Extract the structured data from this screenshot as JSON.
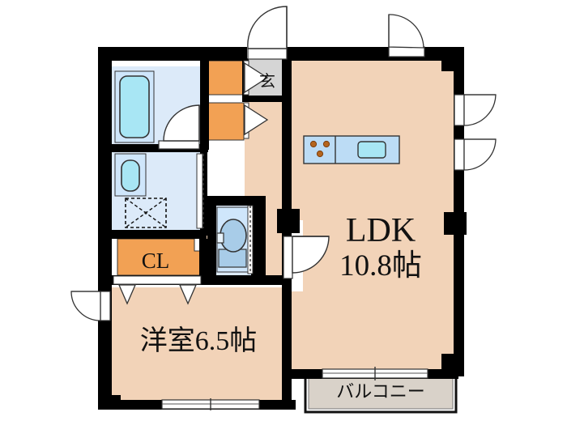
{
  "plan": {
    "title": "Japanese apartment floor plan",
    "background_color": "#ffffff",
    "wall_color": "#000000",
    "floor_color": "#f2d3b8",
    "closet_color": "#f2a154",
    "water_area_color": "#dceaf9",
    "fixture_color": "#a8e6f4",
    "balcony_color": "#d9d2c9",
    "entrance_color": "#d5d5d5",
    "burner_color": "#b5651d",
    "counter_color": "#bcdcf5"
  },
  "rooms": [
    {
      "id": "ldk",
      "name_label": "LDK",
      "size_label": "10.8帖",
      "type": "living-dining-kitchen"
    },
    {
      "id": "bedroom",
      "name_label": "洋室6.5帖",
      "type": "western-room"
    },
    {
      "id": "closet",
      "name_label": "CL",
      "type": "closet"
    },
    {
      "id": "entrance",
      "name_label": "玄",
      "type": "entrance"
    },
    {
      "id": "balcony",
      "name_label": "バルコニー",
      "type": "balcony"
    }
  ],
  "fixtures": [
    {
      "id": "bathtub",
      "name": "bathtub"
    },
    {
      "id": "vanity-sink",
      "name": "vanity-sink"
    },
    {
      "id": "washing-machine",
      "name": "washing-machine-space"
    },
    {
      "id": "toilet",
      "name": "toilet"
    },
    {
      "id": "kitchen-counter",
      "name": "kitchen-counter"
    },
    {
      "id": "stove",
      "name": "three-burner-stove"
    },
    {
      "id": "kitchen-sink",
      "name": "kitchen-sink"
    },
    {
      "id": "shoe-cabinet-upper",
      "name": "shoe-cabinet"
    },
    {
      "id": "shoe-cabinet-lower",
      "name": "shoe-cabinet"
    }
  ],
  "openings": [
    {
      "id": "entrance-door",
      "name": "entrance-door",
      "kind": "swing"
    },
    {
      "id": "ldk-top-window",
      "name": "window",
      "kind": "swing"
    },
    {
      "id": "ldk-right-window-upper",
      "name": "window",
      "kind": "swing"
    },
    {
      "id": "ldk-right-window-lower",
      "name": "window",
      "kind": "swing"
    },
    {
      "id": "ldk-entry-door",
      "name": "door",
      "kind": "swing"
    },
    {
      "id": "bath-door",
      "name": "door",
      "kind": "swing"
    },
    {
      "id": "toilet-door",
      "name": "door",
      "kind": "sliding"
    },
    {
      "id": "washroom-door",
      "name": "door",
      "kind": "sliding"
    },
    {
      "id": "bedroom-left-window",
      "name": "window",
      "kind": "swing"
    },
    {
      "id": "bedroom-bottom-window",
      "name": "window",
      "kind": "sliding"
    },
    {
      "id": "balcony-door",
      "name": "balcony-door",
      "kind": "sliding"
    },
    {
      "id": "closet-doors",
      "name": "closet-folding-doors",
      "kind": "folding"
    }
  ]
}
